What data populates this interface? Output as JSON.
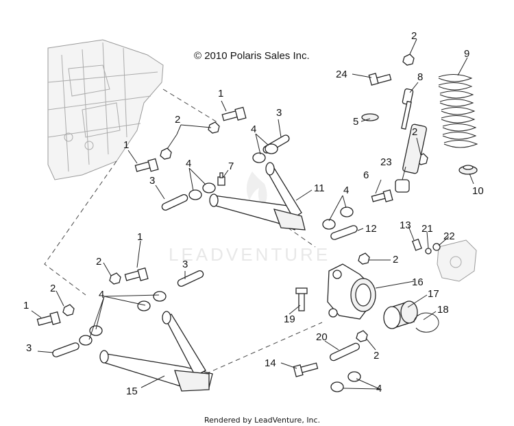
{
  "copyright": "© 2010 Polaris Sales Inc.",
  "watermark": "LEADVENTURE",
  "footer": "Rendered by LeadVenture, Inc.",
  "callouts": [
    "1",
    "2",
    "3",
    "4",
    "5",
    "6",
    "7",
    "8",
    "9",
    "10",
    "11",
    "12",
    "13",
    "14",
    "15",
    "16",
    "17",
    "18",
    "19",
    "20",
    "21",
    "22",
    "23",
    "24"
  ],
  "callout_labels": [
    {
      "id": "c1a",
      "text": "1"
    },
    {
      "id": "c1b",
      "text": "1"
    },
    {
      "id": "c1c",
      "text": "1"
    },
    {
      "id": "c1d",
      "text": "1"
    },
    {
      "id": "c2a",
      "text": "2"
    },
    {
      "id": "c2b",
      "text": "2"
    },
    {
      "id": "c2c",
      "text": "2"
    },
    {
      "id": "c2d",
      "text": "2"
    },
    {
      "id": "c2e",
      "text": "2"
    },
    {
      "id": "c2f",
      "text": "2"
    },
    {
      "id": "c2g",
      "text": "2"
    },
    {
      "id": "c3a",
      "text": "3"
    },
    {
      "id": "c3b",
      "text": "3"
    },
    {
      "id": "c3c",
      "text": "3"
    },
    {
      "id": "c3d",
      "text": "3"
    },
    {
      "id": "c4a",
      "text": "4"
    },
    {
      "id": "c4b",
      "text": "4"
    },
    {
      "id": "c4c",
      "text": "4"
    },
    {
      "id": "c4d",
      "text": "4"
    },
    {
      "id": "c4e",
      "text": "4"
    },
    {
      "id": "c5",
      "text": "5"
    },
    {
      "id": "c6",
      "text": "6"
    },
    {
      "id": "c7",
      "text": "7"
    },
    {
      "id": "c8",
      "text": "8"
    },
    {
      "id": "c9",
      "text": "9"
    },
    {
      "id": "c10",
      "text": "10"
    },
    {
      "id": "c11",
      "text": "11"
    },
    {
      "id": "c12",
      "text": "12"
    },
    {
      "id": "c13",
      "text": "13"
    },
    {
      "id": "c14",
      "text": "14"
    },
    {
      "id": "c15",
      "text": "15"
    },
    {
      "id": "c16",
      "text": "16"
    },
    {
      "id": "c17",
      "text": "17"
    },
    {
      "id": "c18",
      "text": "18"
    },
    {
      "id": "c19",
      "text": "19"
    },
    {
      "id": "c20",
      "text": "20"
    },
    {
      "id": "c21",
      "text": "21"
    },
    {
      "id": "c22",
      "text": "22"
    },
    {
      "id": "c23",
      "text": "23"
    },
    {
      "id": "c24",
      "text": "24"
    }
  ]
}
